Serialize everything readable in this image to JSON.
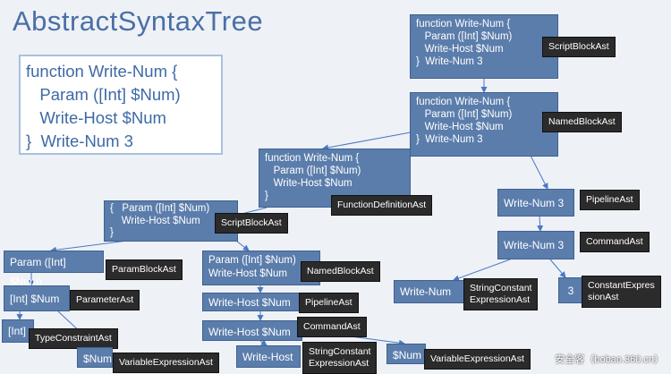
{
  "title": "AbstractSyntaxTree",
  "code": [
    "function Write-Num {",
    "   Param ([Int] $Num)",
    "   Write-Host $Num",
    "}  Write-Num 3"
  ],
  "nodes": {
    "root": [
      "function Write-Num {",
      "   Param ([Int] $Num)",
      "   Write-Host $Num",
      "}  Write-Num 3"
    ],
    "named": [
      "function Write-Num {",
      "   Param ([Int] $Num)",
      "   Write-Host $Num",
      "}  Write-Num 3"
    ],
    "funcdef": [
      "function Write-Num {",
      "   Param ([Int] $Num)",
      "   Write-Host $Num",
      "}"
    ],
    "script2": [
      "{   Param ([Int] $Num)",
      "    Write-Host $Num",
      "}"
    ],
    "paramblock": "Param ([Int] $Num)",
    "paramast": "[Int] $Num",
    "typecon": "[Int]",
    "varexp1": "$Num",
    "named2": [
      "Param ([Int] $Num)",
      "Write-Host $Num"
    ],
    "pipeline2": "Write-Host $Num",
    "command2": "Write-Host $Num",
    "writehost": "Write-Host",
    "varexp2": "$Num",
    "pipeline1": "Write-Num 3",
    "command1": "Write-Num 3",
    "writenum": "Write-Num",
    "const3": "3"
  },
  "labels": {
    "root": "ScriptBlockAst",
    "named": "NamedBlockAst",
    "funcdef": "FunctionDefinitionAst",
    "script2": "ScriptBlockAst",
    "paramblock": "ParamBlockAst",
    "paramast": "ParameterAst",
    "typecon": "TypeConstraintAst",
    "varexp1": "VariableExpressionAst",
    "named2": "NamedBlockAst",
    "pipeline2": "PipelineAst",
    "command2": "CommandAst",
    "strconst2": "StringConstant\nExpressionAst",
    "varexp2": "VariableExpressionAst",
    "pipeline1": "PipelineAst",
    "command1": "CommandAst",
    "strconst1": "StringConstant\nExpressionAst",
    "constexp": "ConstantExpres\nsionAst"
  },
  "watermark": "安全客（bobao.360.cn）"
}
